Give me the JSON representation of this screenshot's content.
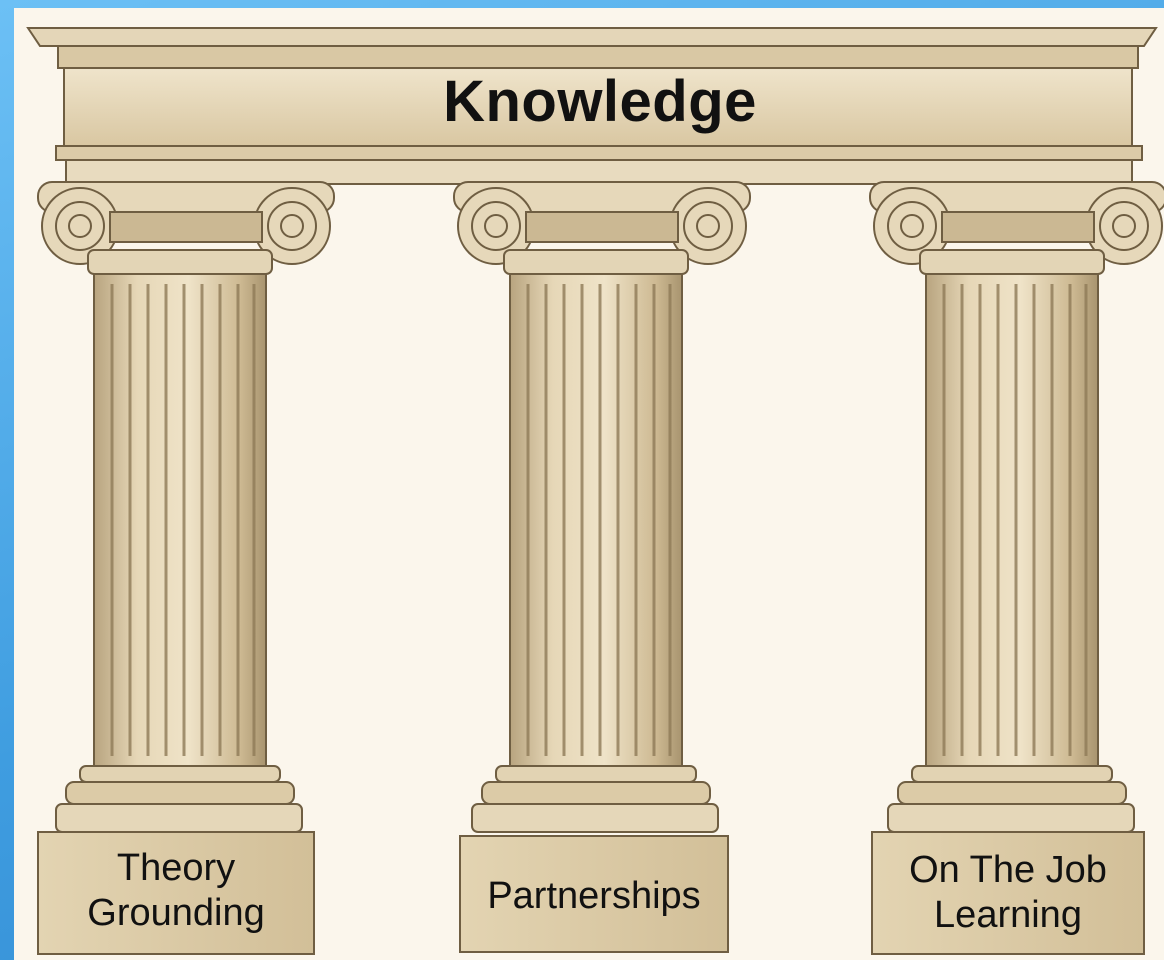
{
  "title": "Knowledge",
  "pillars": [
    {
      "label_line1": "Theory",
      "label_line2": "Grounding"
    },
    {
      "label_line1": "Partnerships",
      "label_line2": ""
    },
    {
      "label_line1": "On The Job",
      "label_line2": "Learning"
    }
  ],
  "colors": {
    "stone_light": "#e9dcc0",
    "stone_mid": "#d8c6a0",
    "stone_dark": "#9c8763",
    "outline": "#6f5e42",
    "background": "#fbf6ec",
    "frame_blue": "#4aa8e8"
  }
}
